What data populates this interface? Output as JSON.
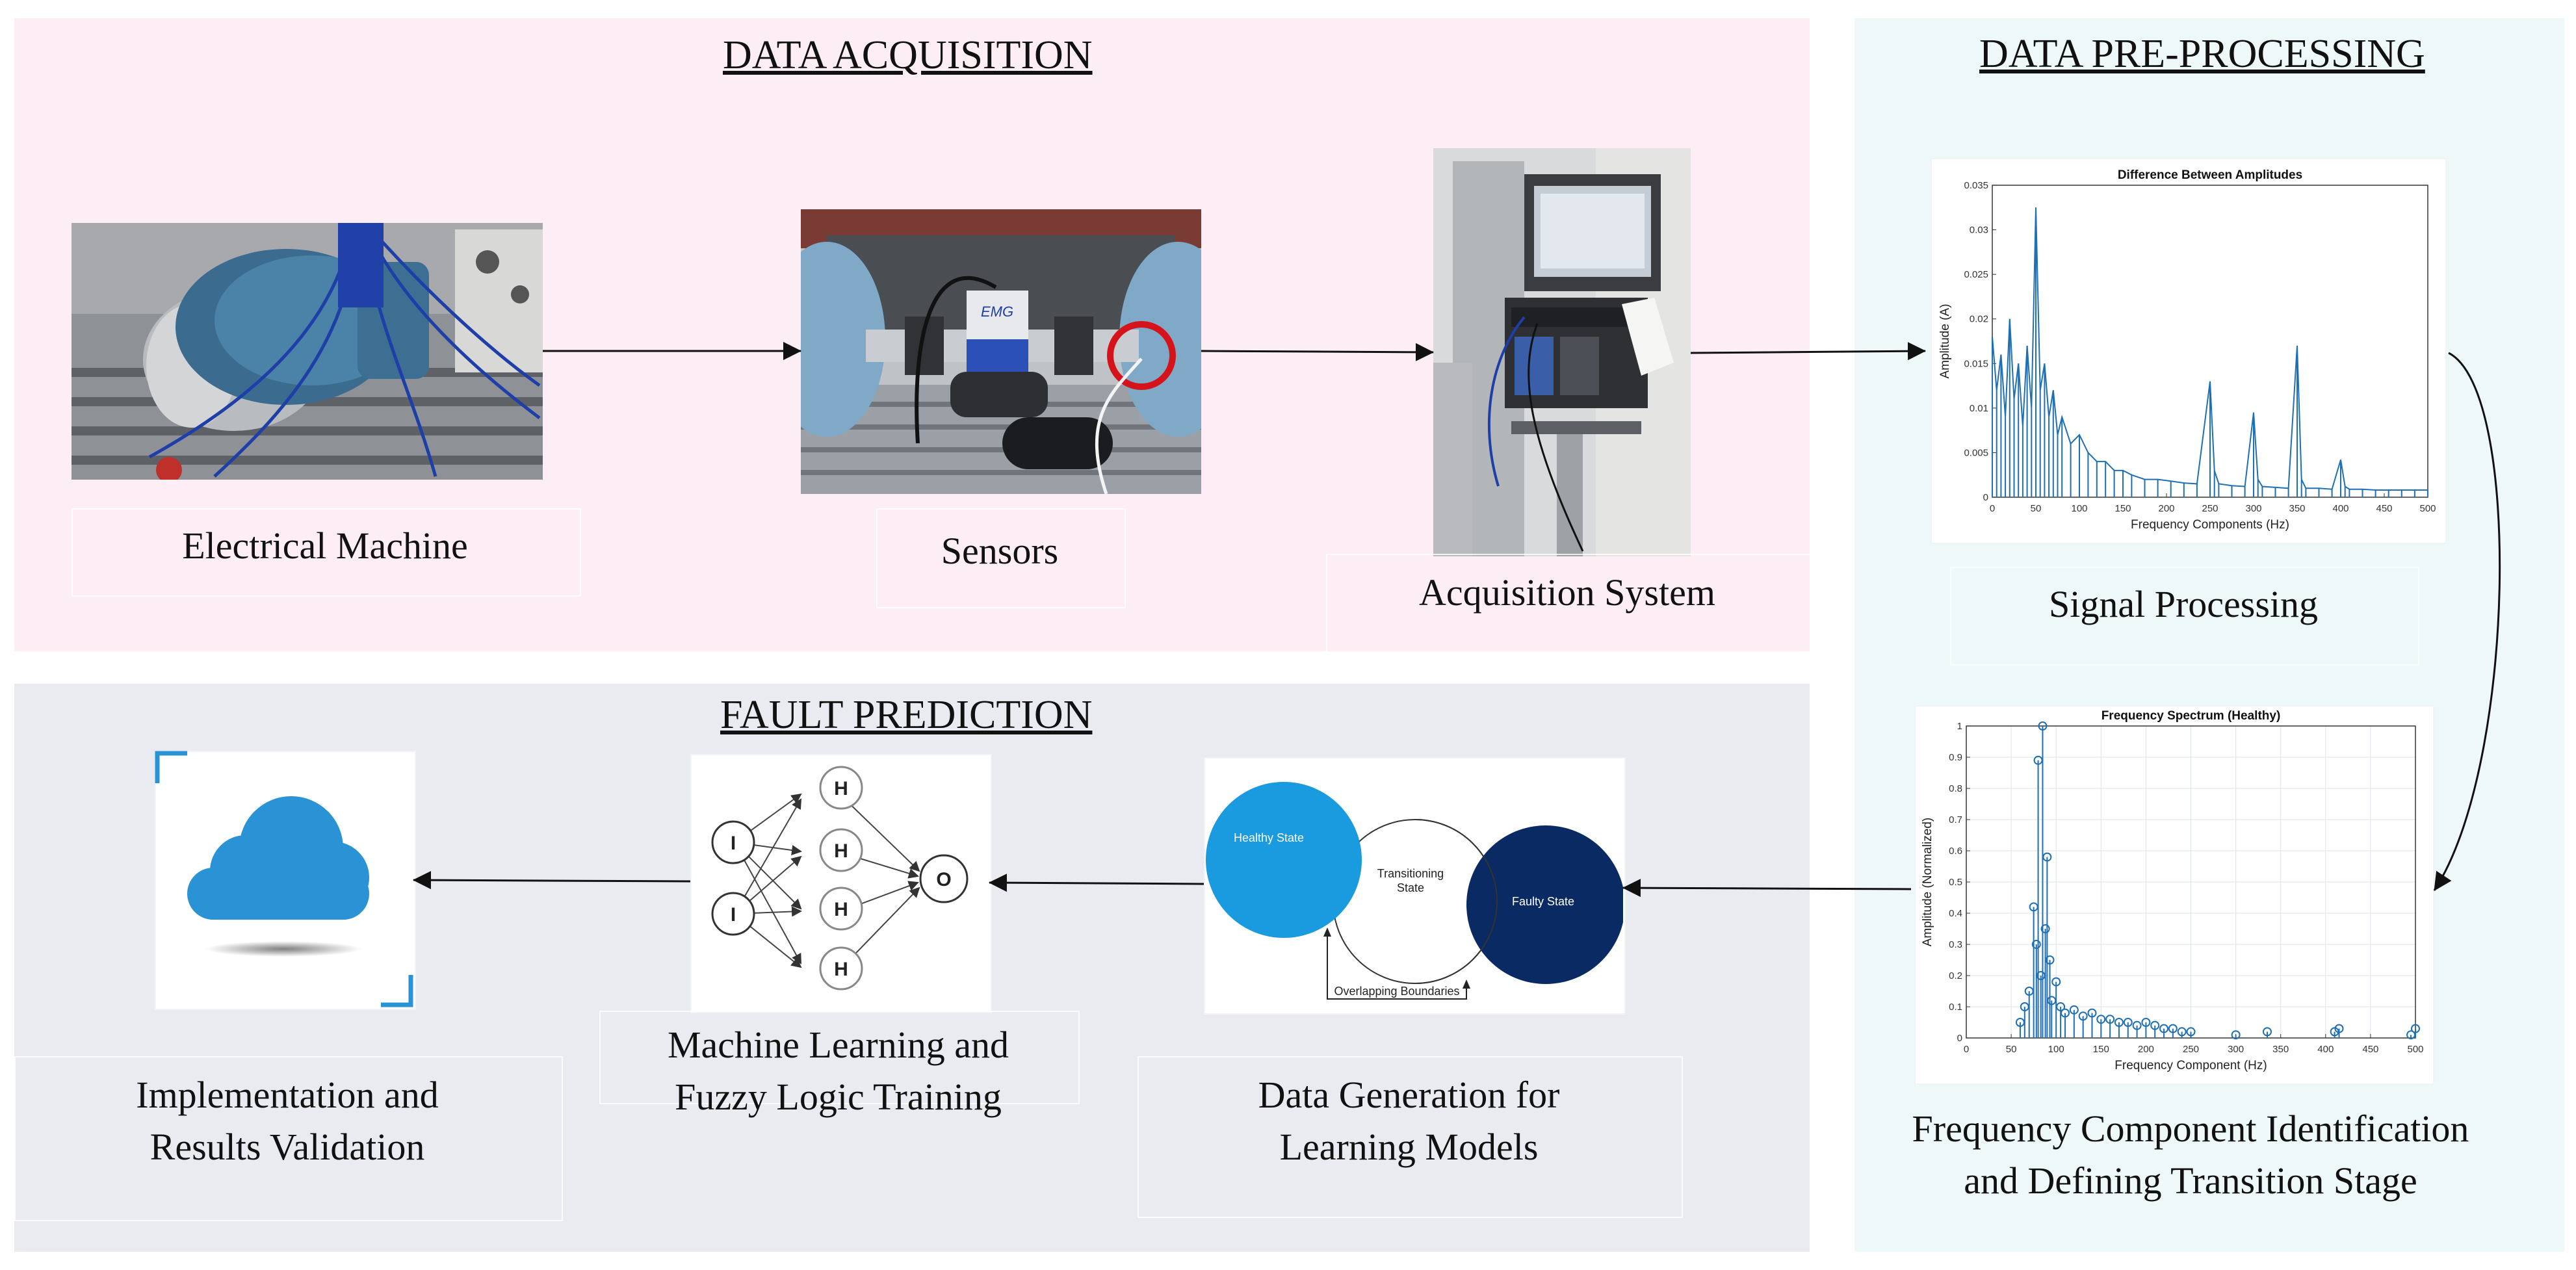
{
  "panels": {
    "acquisition_title": "DATA ACQUISITION",
    "preprocessing_title": "DATA PRE-PROCESSING",
    "prediction_title": "FAULT PREDICTION"
  },
  "steps": {
    "electrical_machine": "Electrical Machine",
    "sensors": "Sensors",
    "acquisition_system": "Acquisition System",
    "signal_processing": "Signal Processing",
    "freq_line1": "Frequency Component Identification",
    "freq_line2": "and Defining Transition Stage",
    "datagen_line1": "Data Generation for",
    "datagen_line2": "Learning Models",
    "ml_line1": "Machine Learning and",
    "ml_line2": "Fuzzy Logic Training",
    "impl_line1": "Implementation and",
    "impl_line2": "Results Validation"
  },
  "sensor_tag": "EMG",
  "venn": {
    "healthy": "Healthy State",
    "transition_line1": "Transitioning",
    "transition_line2": "State",
    "faulty": "Faulty State",
    "boundaries": "Overlapping Boundaries"
  },
  "neural_net": {
    "input_node": "I",
    "hidden_node": "H",
    "output_node": "O"
  },
  "colors": {
    "acquisition_bg": "#fdeef5",
    "preprocessing_bg": "#eef8f9",
    "prediction_bg": "#e9ebf0",
    "chart_line": "#1f6fb4",
    "healthy_circle": "#1a9be0",
    "faulty_circle": "#0a2a63",
    "cloud": "#2a93d5"
  },
  "chart_data": [
    {
      "type": "line",
      "title": "Difference Between Amplitudes",
      "xlabel": "Frequency Components (Hz)",
      "ylabel": "Amplitude (A)",
      "xlim": [
        0,
        500
      ],
      "ylim": [
        0,
        0.035
      ],
      "xticks": [
        "0",
        "50",
        "100",
        "150",
        "200",
        "250",
        "300",
        "350",
        "400",
        "450",
        "500"
      ],
      "yticks": [
        "0",
        "0.005",
        "0.01",
        "0.015",
        "0.02",
        "0.025",
        "0.03",
        "0.035"
      ],
      "x": [
        0,
        5,
        10,
        15,
        20,
        25,
        30,
        35,
        40,
        45,
        50,
        55,
        60,
        65,
        70,
        75,
        80,
        90,
        100,
        110,
        120,
        130,
        140,
        150,
        160,
        175,
        190,
        205,
        220,
        235,
        250,
        255,
        260,
        275,
        290,
        300,
        305,
        310,
        325,
        340,
        350,
        355,
        360,
        375,
        390,
        400,
        405,
        410,
        425,
        440,
        455,
        470,
        485,
        500
      ],
      "y": [
        0.018,
        0.012,
        0.016,
        0.009,
        0.02,
        0.011,
        0.015,
        0.008,
        0.017,
        0.01,
        0.0325,
        0.012,
        0.015,
        0.009,
        0.012,
        0.007,
        0.009,
        0.006,
        0.007,
        0.005,
        0.004,
        0.004,
        0.003,
        0.003,
        0.0025,
        0.002,
        0.002,
        0.0018,
        0.0016,
        0.0015,
        0.013,
        0.003,
        0.0015,
        0.0013,
        0.0012,
        0.0095,
        0.002,
        0.0012,
        0.0011,
        0.001,
        0.017,
        0.002,
        0.001,
        0.001,
        0.0009,
        0.0042,
        0.0012,
        0.0009,
        0.0009,
        0.0008,
        0.0008,
        0.0008,
        0.0008,
        0.0008
      ],
      "grid": false
    },
    {
      "type": "line",
      "title": "Frequency Spectrum (Healthy)",
      "xlabel": "Frequency Component (Hz)",
      "ylabel": "Amplitude (Normalized)",
      "xlim": [
        0,
        500
      ],
      "ylim": [
        0,
        1
      ],
      "xticks": [
        "0",
        "50",
        "100",
        "150",
        "200",
        "250",
        "300",
        "350",
        "400",
        "450",
        "500"
      ],
      "yticks": [
        "0",
        "0.1",
        "0.2",
        "0.3",
        "0.4",
        "0.5",
        "0.6",
        "0.7",
        "0.8",
        "0.9",
        "1"
      ],
      "x": [
        60,
        65,
        70,
        75,
        78,
        80,
        83,
        85,
        88,
        90,
        93,
        95,
        100,
        105,
        110,
        120,
        130,
        140,
        150,
        160,
        170,
        180,
        190,
        200,
        210,
        220,
        230,
        240,
        250,
        300,
        335,
        410,
        415,
        495,
        500
      ],
      "y": [
        0.05,
        0.1,
        0.15,
        0.42,
        0.3,
        0.89,
        0.2,
        1.0,
        0.35,
        0.58,
        0.25,
        0.12,
        0.18,
        0.1,
        0.08,
        0.09,
        0.07,
        0.08,
        0.06,
        0.06,
        0.05,
        0.05,
        0.04,
        0.05,
        0.04,
        0.03,
        0.03,
        0.02,
        0.02,
        0.01,
        0.02,
        0.02,
        0.03,
        0.01,
        0.03
      ],
      "grid": true
    }
  ]
}
